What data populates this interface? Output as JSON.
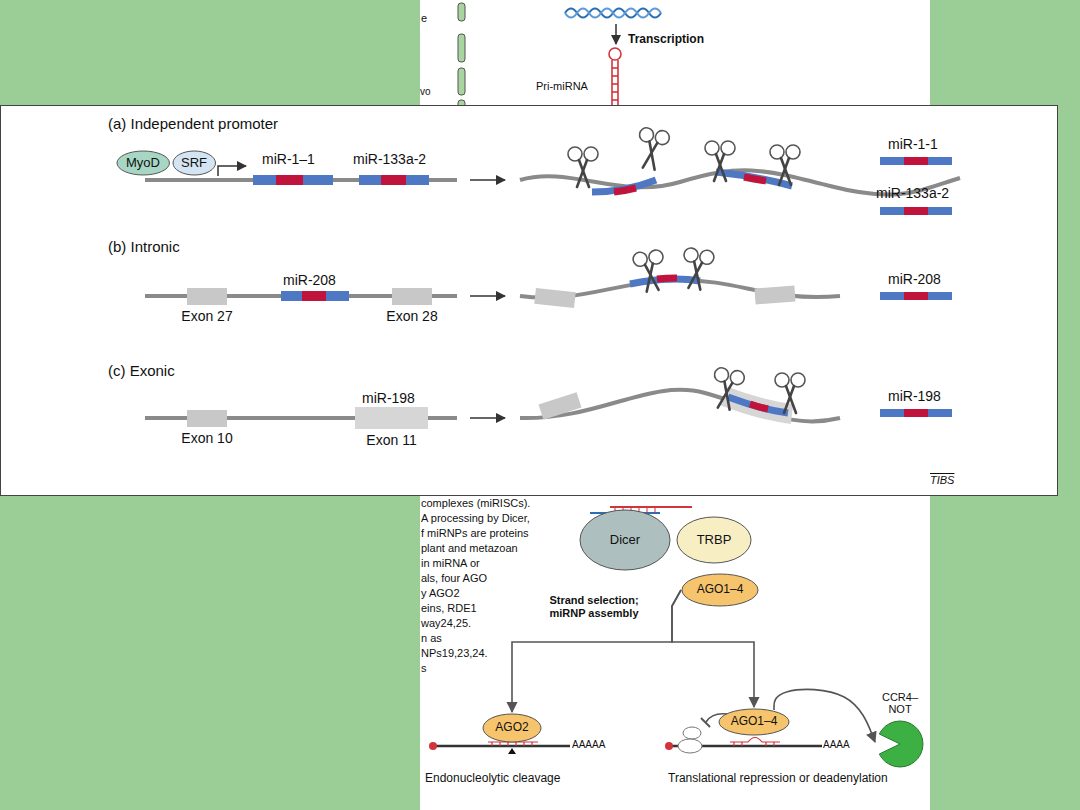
{
  "diagram": {
    "nodes": [
      {
        "text": [
          "MyoD"
        ]
      },
      {
        "text": [
          "SRF"
        ]
      },
      {
        "text": [
          "Exon 27"
        ]
      },
      {
        "text": [
          "Exon 28"
        ]
      },
      {
        "text": [
          "Exon 10"
        ]
      },
      {
        "text": [
          "Exon 11"
        ]
      },
      {
        "text": [
          "Dicer"
        ]
      },
      {
        "text": [
          "TRBP"
        ]
      },
      {
        "text": [
          "AGO1–4"
        ]
      },
      {
        "text": [
          "AGO2"
        ]
      },
      {
        "text": [
          "AGO1–4"
        ]
      },
      {
        "text": [
          "CCR4–NOT"
        ]
      }
    ],
    "edges": [
      {
        "from": 8,
        "to": 9,
        "arrow": "to"
      },
      {
        "from": 8,
        "to": 10,
        "arrow": "to"
      },
      {
        "from": 10,
        "to": 11,
        "arrow": "to"
      }
    ],
    "labels": [
      "e",
      "vo",
      "Transcription",
      "Pri-miRNA",
      "(a) Independent promoter",
      "miR-1–1",
      "miR-133a-2",
      "miR-1-1",
      "miR-133a-2",
      "(b) Intronic",
      "miR-208",
      "miR-208",
      "(c) Exonic",
      "miR-198",
      "miR-198",
      "TIBS",
      "complexes (miRISCs).",
      "A processing by Dicer,",
      "f miRNPs are proteins",
      "plant and metazoan",
      "in miRNA or",
      "als, four AGO",
      "y AGO2",
      "eins, RDE1",
      "way24,25.",
      "n as",
      "NPs19,23,24.",
      "s",
      "Strand selection; miRNP assembly",
      "AAAAA",
      "AAAA",
      "Endonucleolytic cleavage",
      "Translational repression or deadenylation"
    ]
  }
}
